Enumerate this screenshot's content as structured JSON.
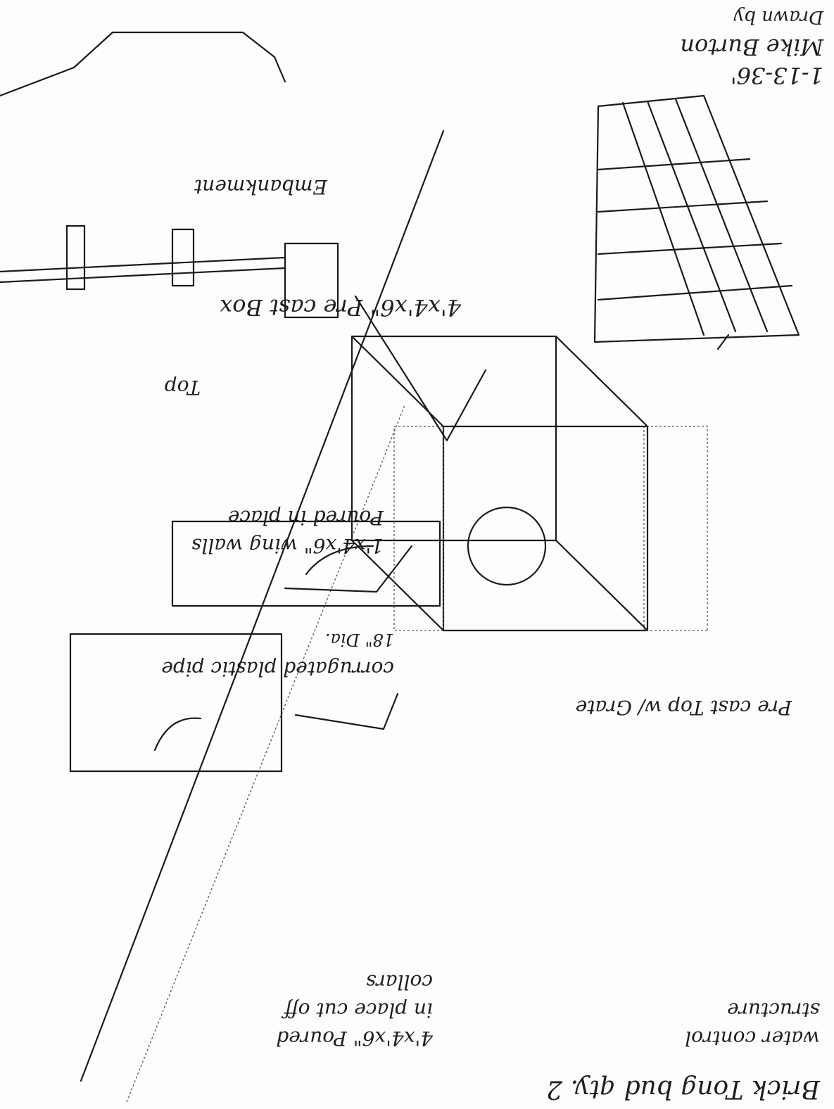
{
  "orientation_note_visible": false,
  "title_block": {
    "date": "1-13-36'",
    "drawn_by_name": "Mike Burton",
    "drawn_by_label": "Drawn by"
  },
  "labels": {
    "embankment": "Embankment",
    "top": "Top",
    "precast_box": "4'x4'x6\" Pre cast Box",
    "wing_walls_1": "1'x4'x6\" wing walls",
    "wing_walls_2": "Poured in place",
    "pipe_1": "corrugated plastic pipe",
    "pipe_2": "18\" Dia.",
    "precast_top": "Pre cast Top w/ Grate",
    "collars_1": "4'x4'x6\" Poured",
    "collars_2": "in place cut off",
    "collars_3": "collars",
    "structure_1": "Brick Tong bud qty. 2",
    "structure_2": "water control",
    "structure_3": "structure"
  },
  "colors": {
    "ink": "#1a1a1a",
    "paper": "#fdfdfc"
  }
}
